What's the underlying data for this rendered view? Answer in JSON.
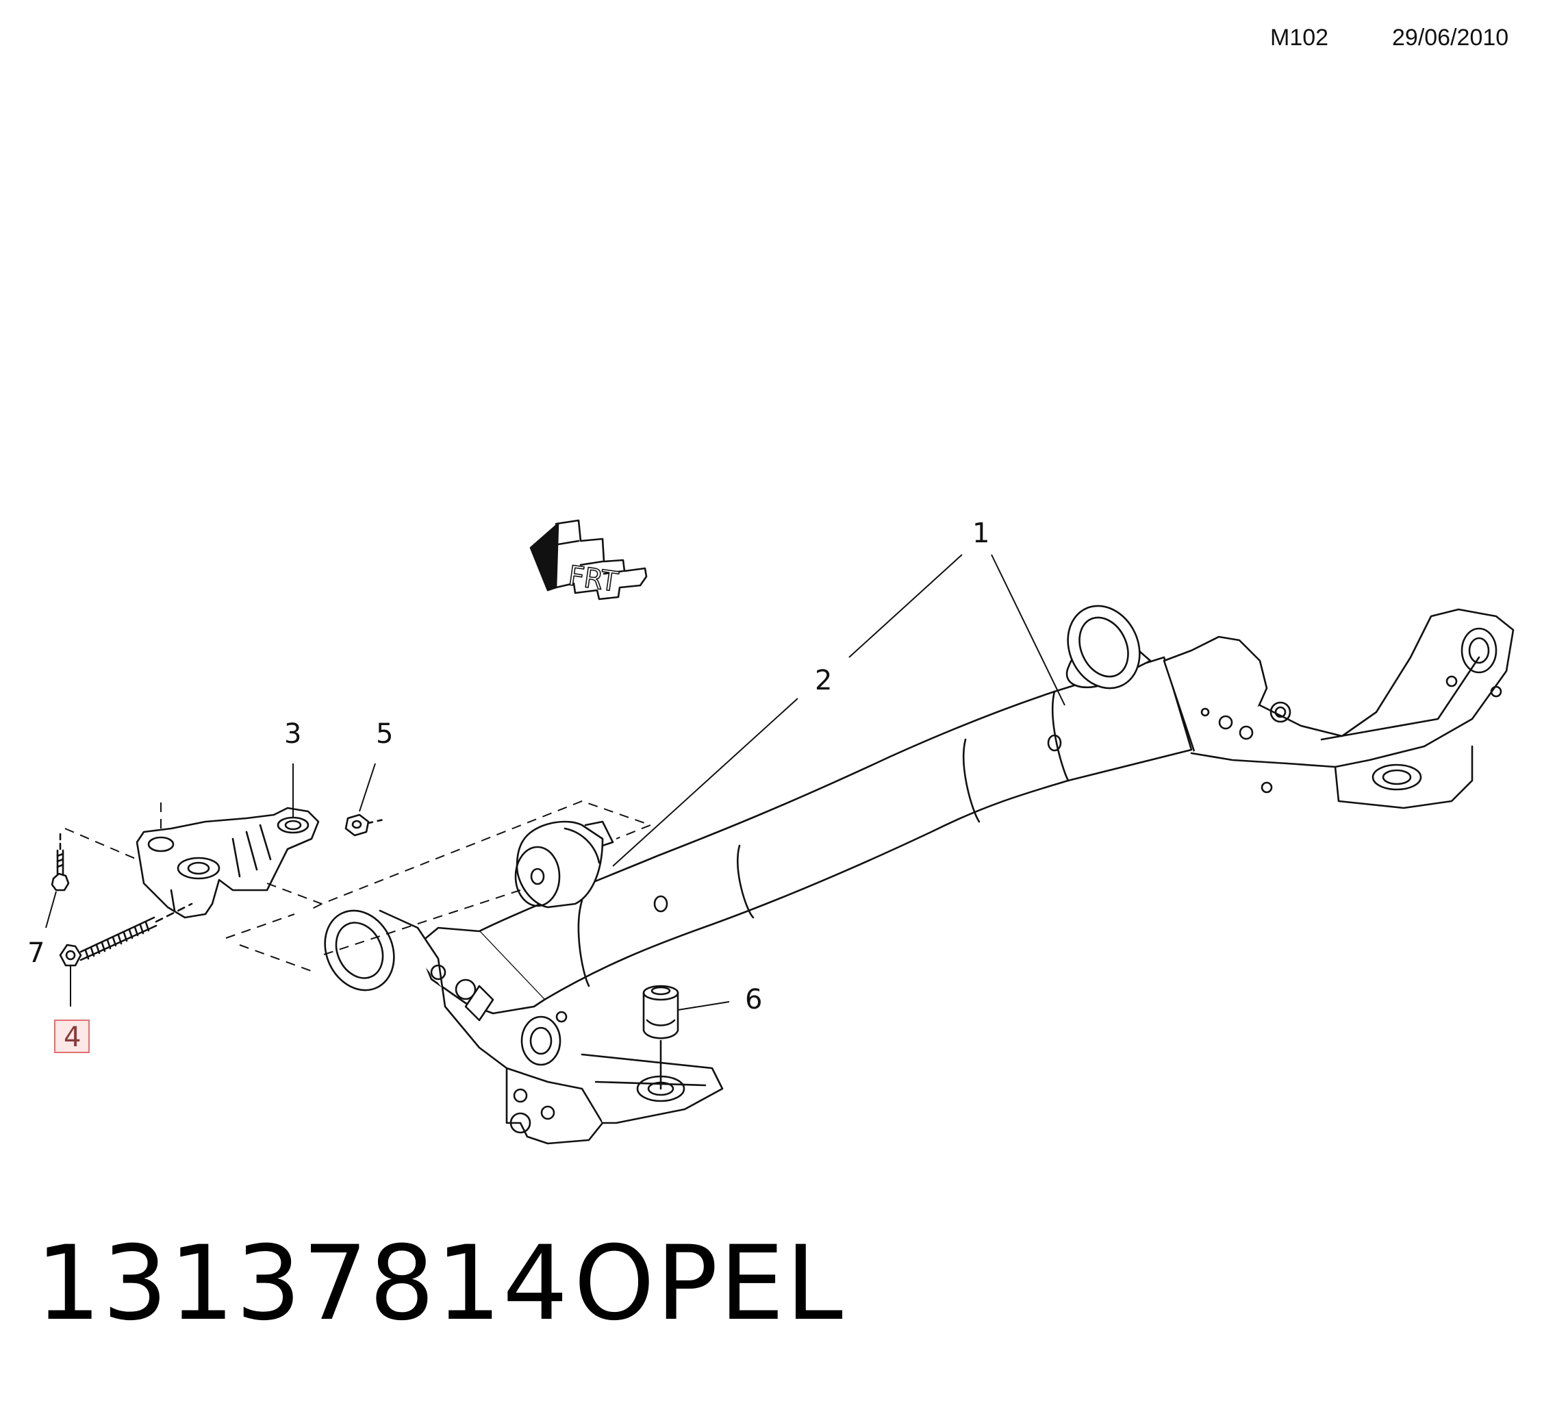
{
  "header": {
    "diagram_code": "M102",
    "date": "29/06/2010"
  },
  "front_indicator": {
    "label": "FRT",
    "icon": "front-arrow-icon"
  },
  "callouts": [
    {
      "number": "1"
    },
    {
      "number": "2"
    },
    {
      "number": "3"
    },
    {
      "number": "5"
    },
    {
      "number": "6"
    },
    {
      "number": "7"
    },
    {
      "number": "4",
      "highlighted": true
    }
  ],
  "footer": {
    "part_number": "13137814",
    "brand": "OPEL"
  },
  "colors": {
    "line": "#111111",
    "highlight_border": "#e07070",
    "highlight_fill": "#fde8e8",
    "highlight_text": "#8a3b3b"
  }
}
